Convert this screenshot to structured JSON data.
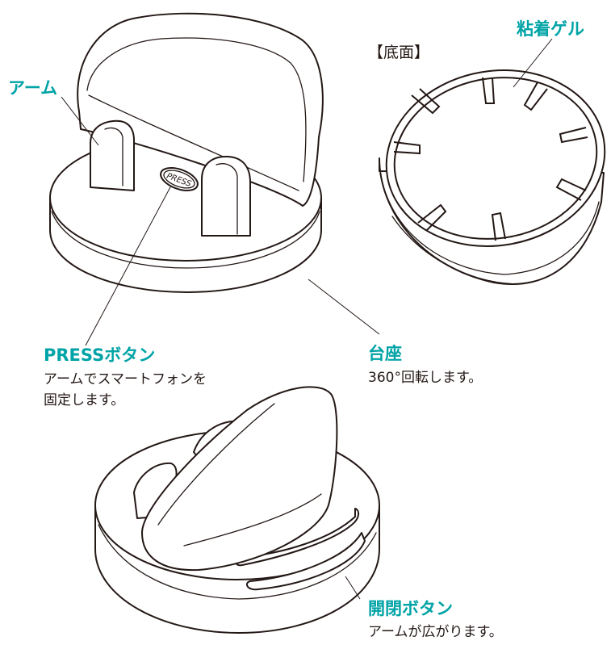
{
  "labels": {
    "arm": "アーム",
    "adhesive_gel": "粘着ゲル",
    "bottom_view": "【底面】",
    "press_button": "PRESSボタン",
    "press_desc_line1": "アームでスマートフォンを",
    "press_desc_line2": "固定します。",
    "base": "台座",
    "base_desc": "360°回転します。",
    "release_button": "開閉ボタン",
    "release_desc": "アームが広がります。",
    "press_button_engraving": "PRESS"
  },
  "colors": {
    "accent": "#00a3a6",
    "ink": "#231815",
    "background": "#ffffff"
  }
}
